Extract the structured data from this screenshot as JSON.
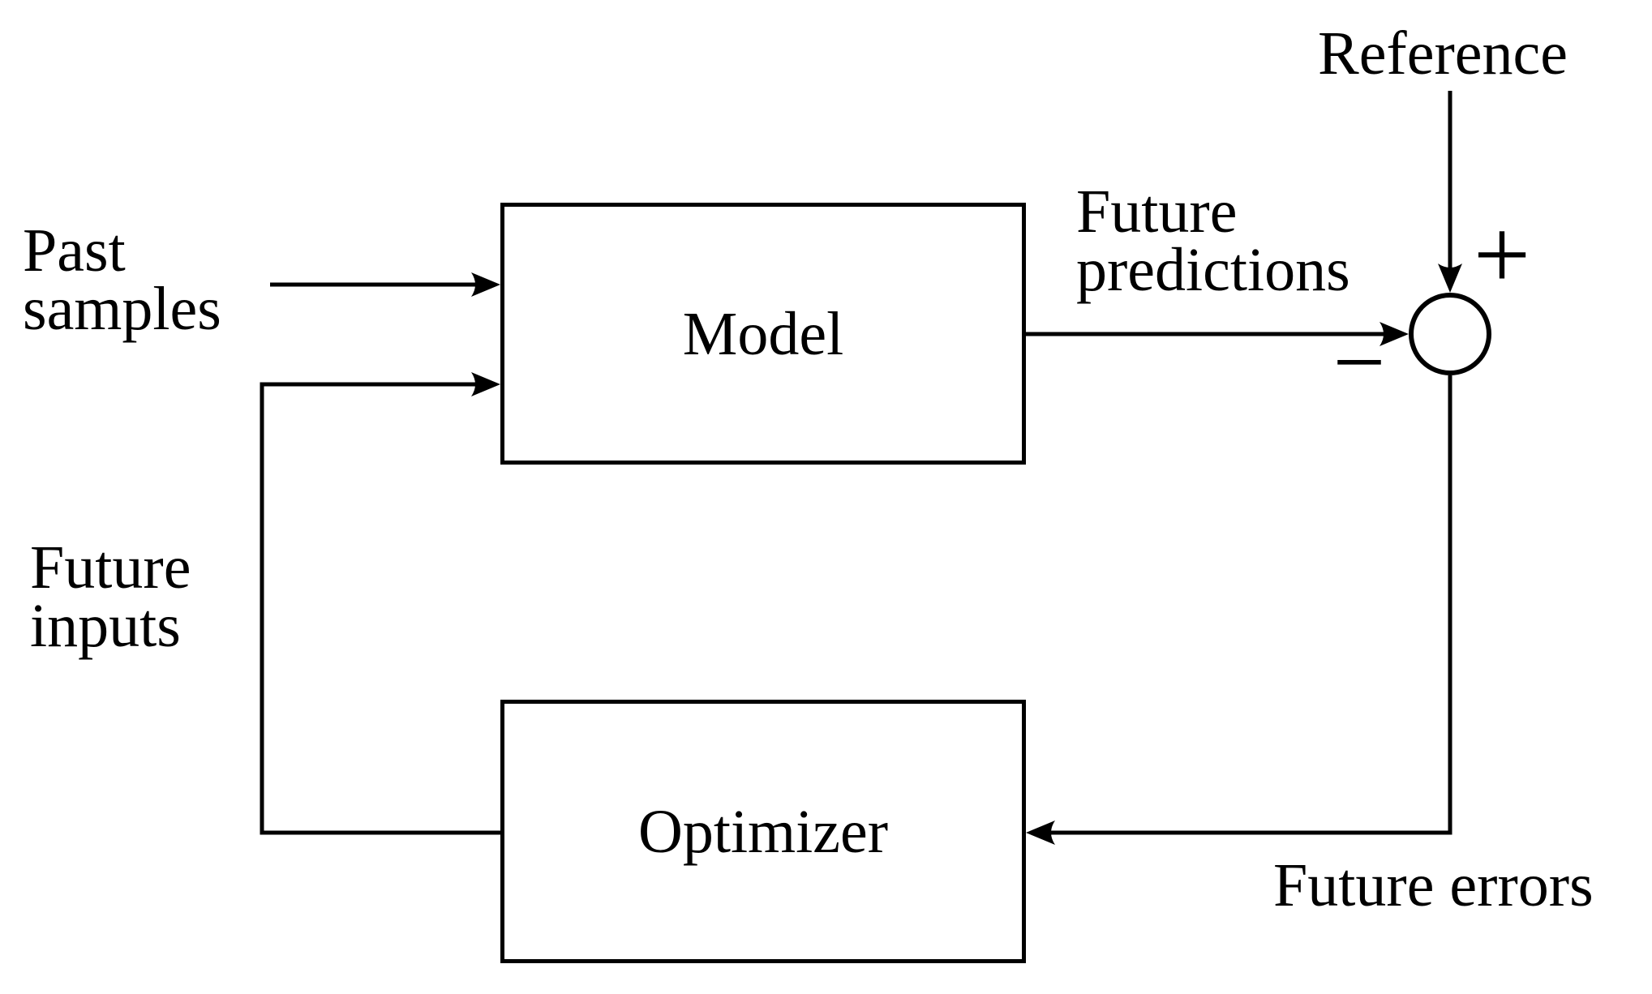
{
  "nodes": {
    "model": {
      "label": "Model"
    },
    "optimizer": {
      "label": "Optimizer"
    }
  },
  "labels": {
    "past_samples": {
      "line1": "Past",
      "line2": "samples"
    },
    "future_inputs": {
      "line1": "Future",
      "line2": "inputs"
    },
    "future_predictions": {
      "line1": "Future",
      "line2": "predictions"
    },
    "reference": {
      "text": "Reference"
    },
    "future_errors": {
      "text": "Future errors"
    }
  },
  "signs": {
    "plus": "+",
    "minus": "−"
  },
  "colors": {
    "ink": "#000000",
    "background": "#ffffff"
  }
}
